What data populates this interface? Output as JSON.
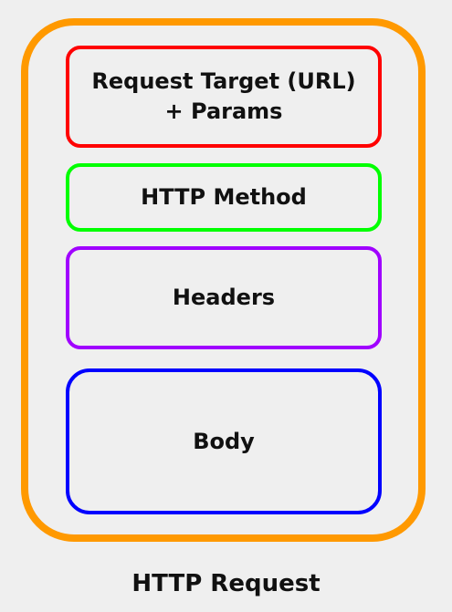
{
  "diagram": {
    "caption": "HTTP Request",
    "container_color": "#FF9900",
    "sections": [
      {
        "label": "Request Target (URL)\n+ Params",
        "color": "#FF0000"
      },
      {
        "label": "HTTP Method",
        "color": "#00FF00"
      },
      {
        "label": "Headers",
        "color": "#A000FF"
      },
      {
        "label": "Body",
        "color": "#0000FF"
      }
    ]
  }
}
